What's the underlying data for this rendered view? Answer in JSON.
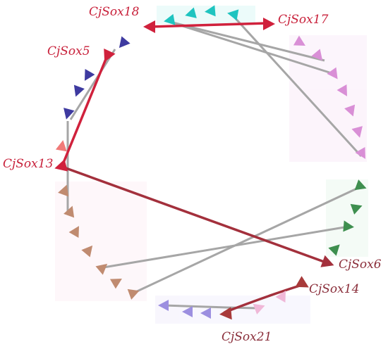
{
  "labels": {
    "sox18": "CjSox18",
    "sox17": "CjSox17",
    "sox5": "CjSox5",
    "sox13": "CjSox13",
    "sox6": "CjSox6",
    "sox14": "CjSox14",
    "sox21": "CjSox21"
  },
  "colors": {
    "red_link": "#d0213c",
    "dark_red_link": "#a3303c",
    "grey_link": "#a6a6a6",
    "label_red": "#c8203a",
    "label_dark": "#8a2e3a",
    "cyan": "#1fc4c0",
    "pink": "#d98fd6",
    "green": "#3e8f4f",
    "light_pink": "#f0b8d8",
    "lavender": "#9c8fe0",
    "dark_red": "#a83a3a",
    "brown": "#c08b70",
    "salmon": "#f07a78",
    "navy": "#3e3aa0"
  }
}
